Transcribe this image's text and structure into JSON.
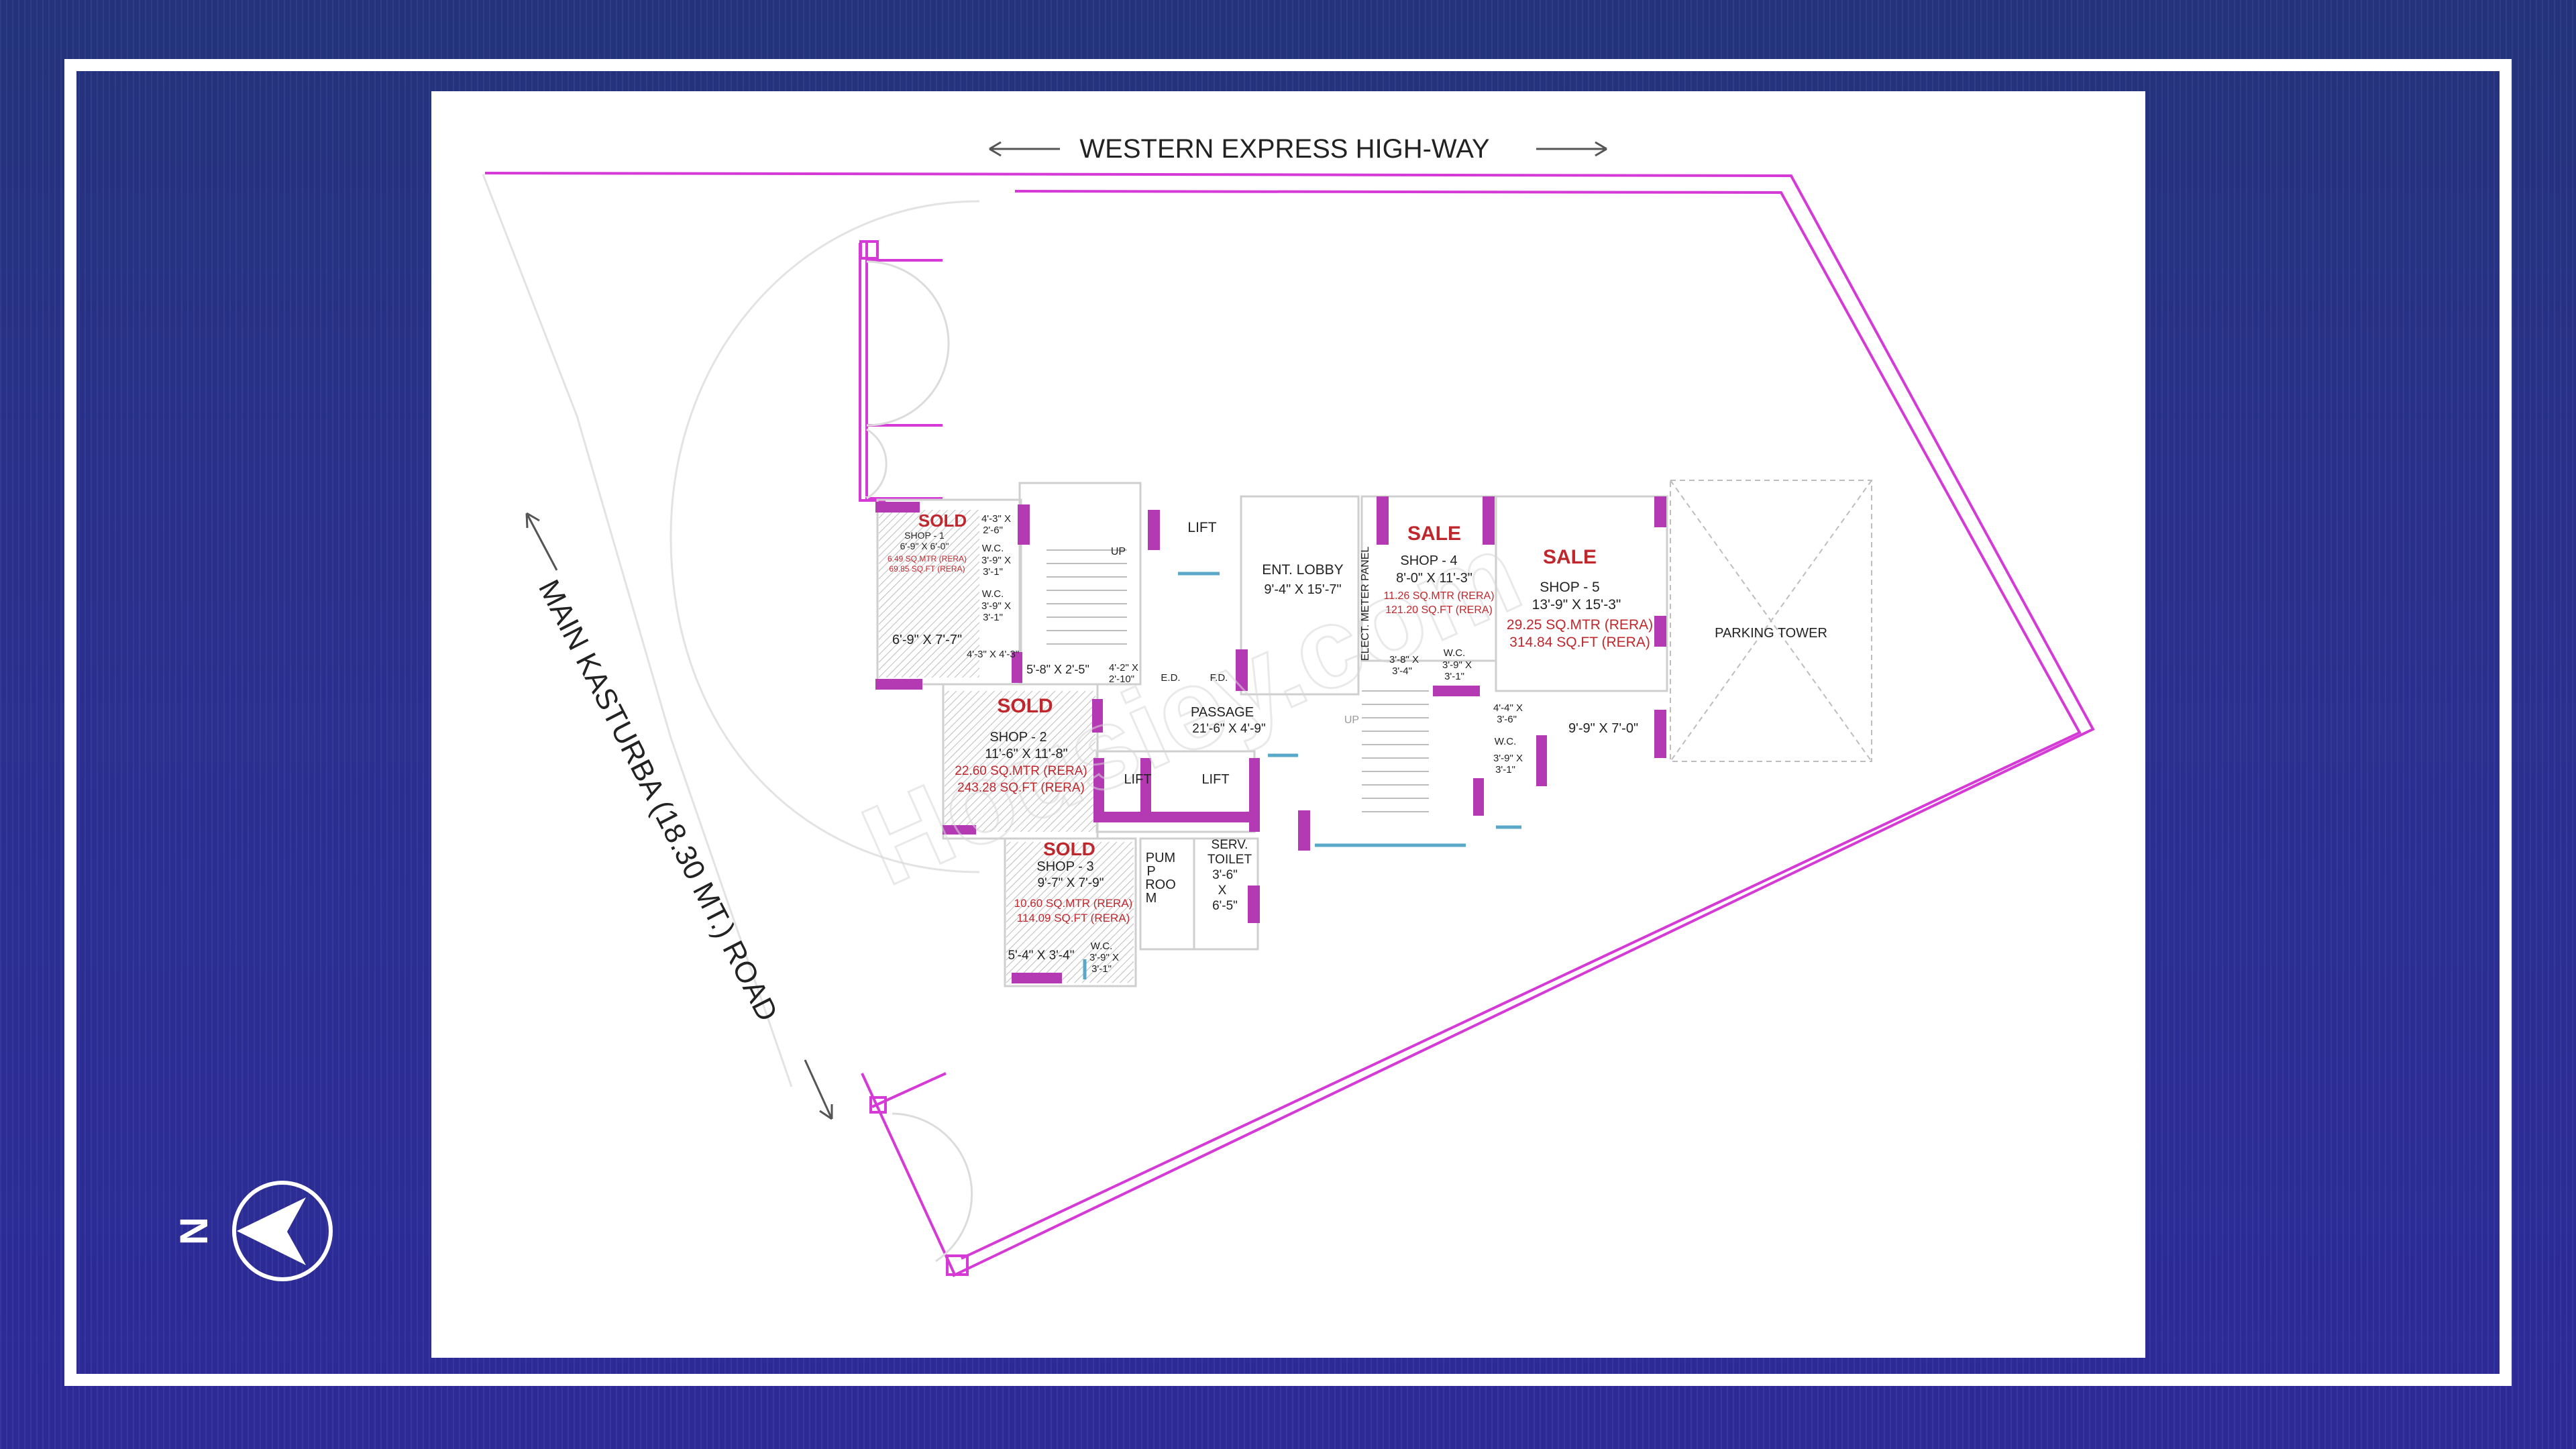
{
  "plan": {
    "road_top": "WESTERN EXPRESS HIGH-WAY",
    "road_left": "MAIN KASTURBA (18.30 MT.) ROAD",
    "watermark": "Housiey.com",
    "north": "N",
    "shop1": {
      "status": "SOLD",
      "name": "SHOP - 1",
      "size": "6'-9\" X 6'-0\"",
      "area_m": "6.49 SQ.MTR (RERA)",
      "area_f": "69.85 SQ.FT (RERA)"
    },
    "shop2": {
      "status": "SOLD",
      "name": "SHOP - 2",
      "size": "11'-6\" X 11'-8\"",
      "area_m": "22.60 SQ.MTR (RERA)",
      "area_f": "243.28 SQ.FT (RERA)"
    },
    "shop3": {
      "status": "SOLD",
      "name": "SHOP - 3",
      "size": "9'-7\" X 7'-9\"",
      "area_m": "10.60 SQ.MTR (RERA)",
      "area_f": "114.09 SQ.FT (RERA)"
    },
    "shop4": {
      "status": "SALE",
      "name": "SHOP - 4",
      "size": "8'-0\" X 11'-3\"",
      "area_m": "11.26 SQ.MTR (RERA)",
      "area_f": "121.20 SQ.FT (RERA)"
    },
    "shop5": {
      "status": "SALE",
      "name": "SHOP - 5",
      "size": "13'-9\" X 15'-3\"",
      "area_m": "29.25 SQ.MTR (RERA)",
      "area_f": "314.84 SQ.FT (RERA)"
    },
    "labels": {
      "lift": "LIFT",
      "up": "UP",
      "ent_lobby": "ENT. LOBBY",
      "ent_lobby_size": "9'-4\" X 15'-7\"",
      "elect": "ELECT. METER PANEL",
      "parking": "PARKING TOWER",
      "passage": "PASSAGE",
      "passage_size": "21'-6\" X 4'-9\"",
      "fd": "F.D.",
      "ed": "E.D.",
      "wc": "W.C.",
      "pump": [
        "PUM",
        "P",
        "ROO",
        "M"
      ],
      "serv": [
        "SERV.",
        "TOILET",
        "3'-6\"",
        "X",
        "6'-5\""
      ],
      "dims": {
        "d1": "4'-3\" X",
        "d1b": "2'-6\"",
        "wc1": "3'-9\" X",
        "wc1b": "3'-1\"",
        "wc2": "3'-9\" X",
        "wc2b": "3'-1\"",
        "d4": "6'-9\" X 7'-7\"",
        "d5": "4'-3\" X 4'-3\"",
        "d6": "5'-8\" X 2'-5\"",
        "d7": "4'-2\" X",
        "d7b": "2'-10\"",
        "d8": "3'-8\" X",
        "d8b": "3'-4\"",
        "wc3": "3'-9\" X",
        "wc3b": "3'-1\"",
        "d9": "4'-4\" X",
        "d9b": "3'-6\"",
        "wc4": "3'-9\" X",
        "wc4b": "3'-1\"",
        "d10": "9'-9\" X 7'-0\"",
        "d11": "5'-4\" X 3'-4\"",
        "wc5": "3'-9\" X",
        "wc5b": "3'-1\""
      }
    },
    "colors": {
      "background": "#2b2e8c",
      "wall": "#d63ad6",
      "status": "#c0272d",
      "area": "#c0272d",
      "accent": "#5aa8c8"
    }
  }
}
